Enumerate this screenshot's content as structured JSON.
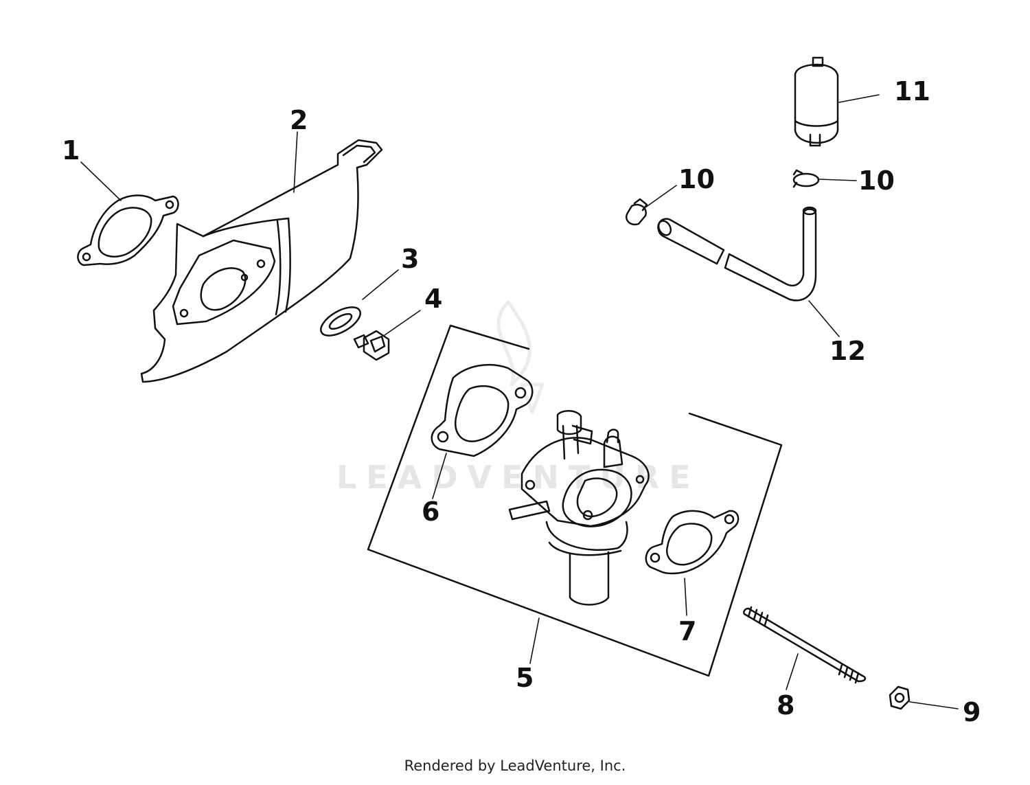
{
  "diagram": {
    "watermark": "LEADVENTURE",
    "footer": "Rendered by LeadVenture, Inc.",
    "callouts": {
      "c1": "1",
      "c2": "2",
      "c3": "3",
      "c4": "4",
      "c5": "5",
      "c6": "6",
      "c7": "7",
      "c8": "8",
      "c9": "9",
      "c10a": "10",
      "c10b": "10",
      "c11": "11",
      "c12": "12"
    }
  },
  "colors": {
    "line": "#111111",
    "watermark": "#e6e6e6"
  }
}
